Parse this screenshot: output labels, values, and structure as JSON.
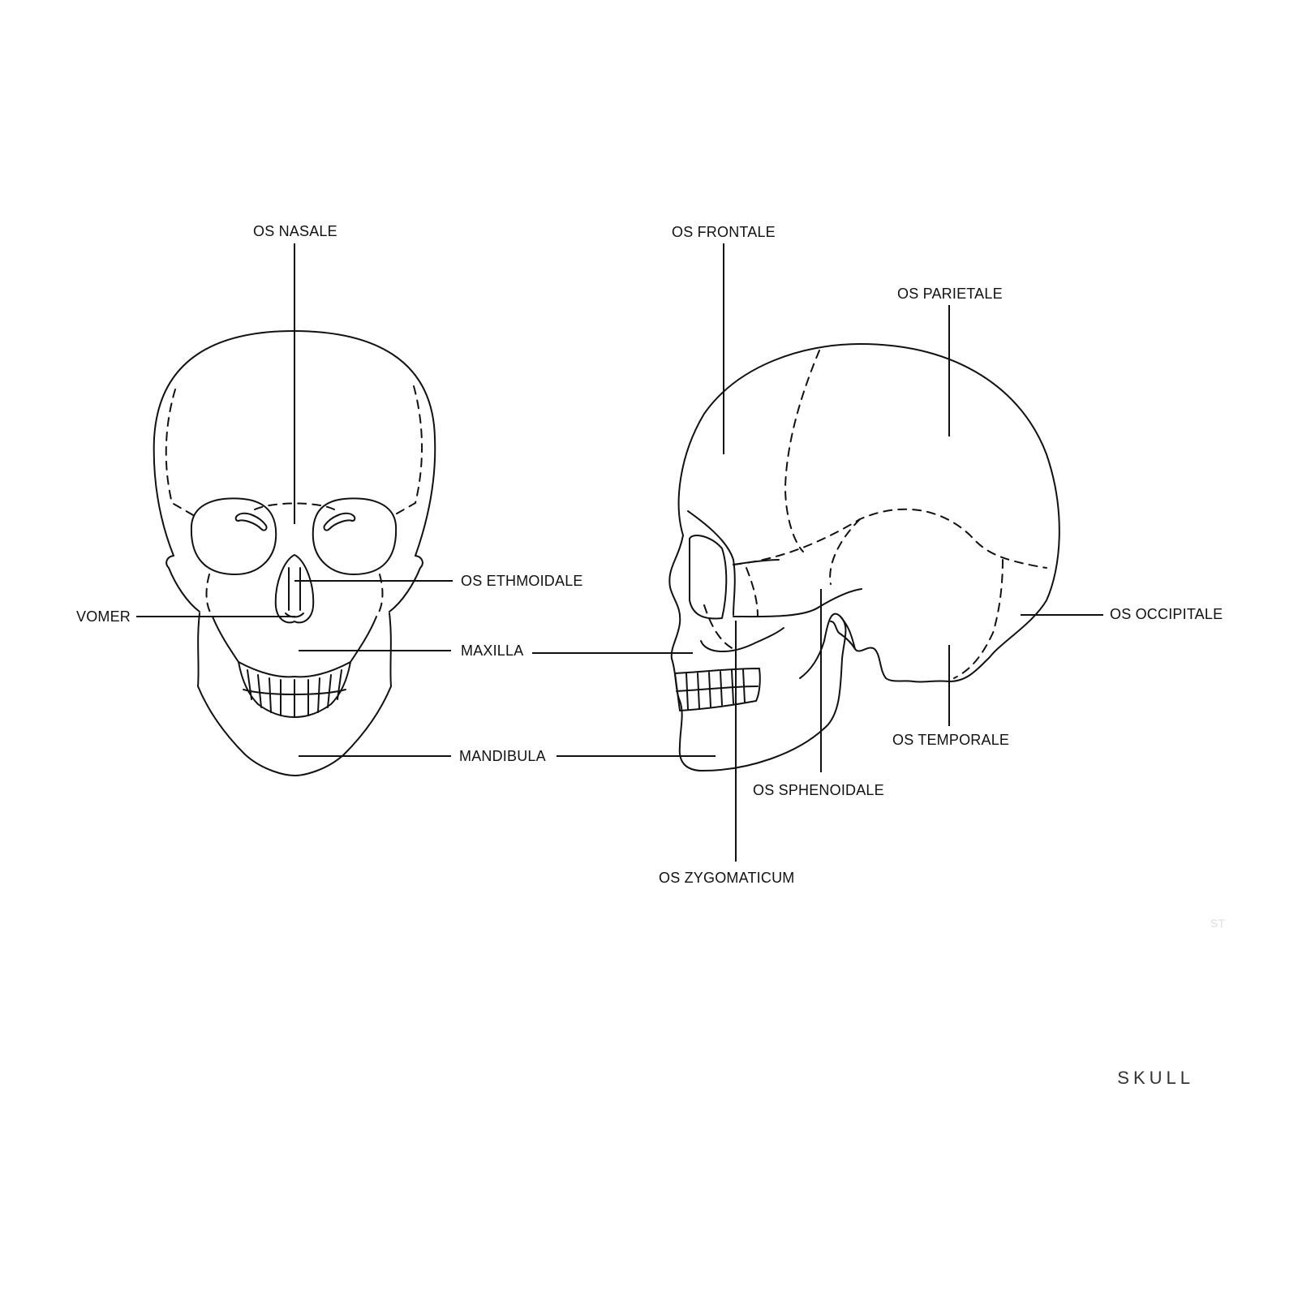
{
  "title": "SKULL",
  "mark": "ST",
  "labels": {
    "os_nasale": "OS NASALE",
    "os_ethmoidale": "OS ETHMOIDALE",
    "vomer": "VOMER",
    "maxilla": "MAXILLA",
    "mandibula": "MANDIBULA",
    "os_frontale": "OS FRONTALE",
    "os_parietale": "OS PARIETALE",
    "os_occipitale": "OS OCCIPITALE",
    "os_temporale": "OS TEMPORALE",
    "os_sphenoidale": "OS SPHENOIDALE",
    "os_zygomaticum": "OS ZYGOMATICUM"
  }
}
